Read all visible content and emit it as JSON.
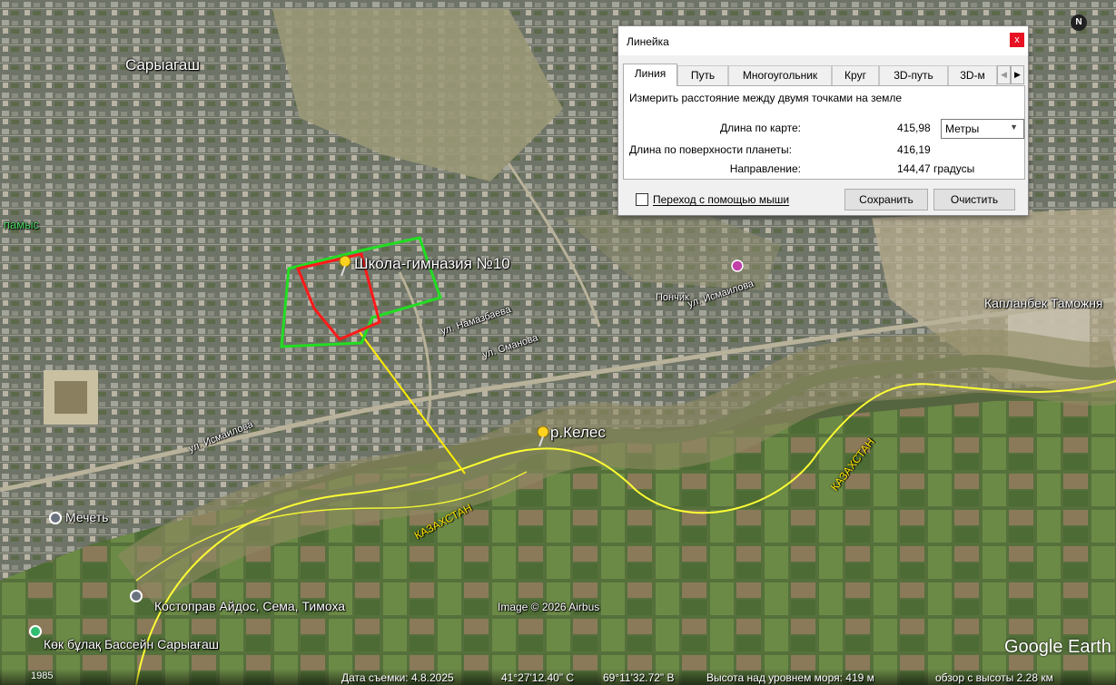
{
  "ruler": {
    "title": "Линейка",
    "close_glyph": "x",
    "tabs": [
      "Линия",
      "Путь",
      "Многоугольник",
      "Круг",
      "3D-путь",
      "3D-м"
    ],
    "description": "Измерить расстояние между двумя точками на земле",
    "map_length_label": "Длина по карте:",
    "map_length_value": "415,98",
    "units": "Метры",
    "surface_length_label": "Длина по поверхности планеты:",
    "surface_length_value": "416,19",
    "heading_label": "Направление:",
    "heading_value": "144,47 градусы",
    "mouse_nav_label": "Переход с помощью мыши",
    "mouse_nav_checked": false,
    "save_label": "Сохранить",
    "clear_label": "Очистить"
  },
  "map": {
    "labels": {
      "saryagash": "Сарыагаш",
      "school": "Школа-гимназия №10",
      "river": "р.Келес",
      "pyshka": "Пончик",
      "kaplanbek": "Капланбек Таможня",
      "mosque": "Мечеть",
      "kostoprav": "Костоправ Айдос, Сема, Тимоха",
      "kokbulak": "Көк бұлақ Бассейн Сарыағаш",
      "kazakhstan_1": "КАЗАХСТАН",
      "kazakhstan_2": "КАЗАХСТАН",
      "ismailova_1": "ул. Исмаилова",
      "ismailova_2": "ул. Исмаилова",
      "namazbaeva": "ул. Намазбаева",
      "smanova": "ул. Сманова",
      "pamys": "памыс",
      "copyright": "Image © 2026 Airbus"
    },
    "compass_letter": "N",
    "logo": "Google Earth",
    "boundary_colors": {
      "outline": "#ff1a1a",
      "area": "#22dd22",
      "ruler_line": "#ffee00",
      "border": "#ffff33"
    }
  },
  "status": {
    "year": "1985",
    "capture_date": "Дата съемки: 4.8.2025",
    "latitude": "41°27'12.40\" С",
    "longitude": "69°11'32.72\" В",
    "elevation": "Высота над уровнем моря:  419 м",
    "eye_alt": "обзор с высоты   2.28 км"
  },
  "icons": [
    "pushpin-icon",
    "compass-icon",
    "mosque-icon",
    "location-pin-icon",
    "bus-stop-icon"
  ]
}
